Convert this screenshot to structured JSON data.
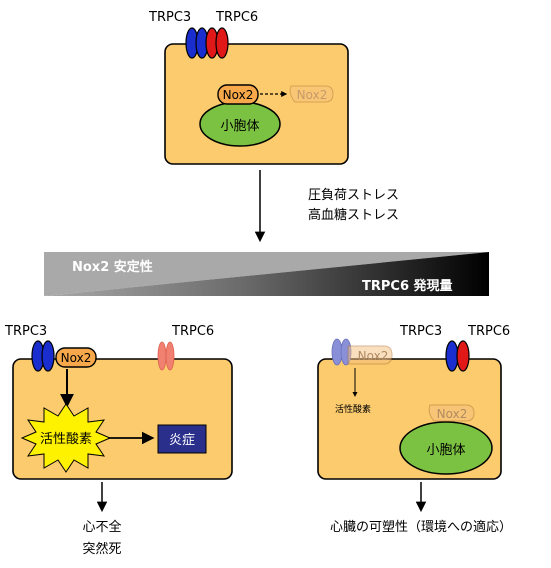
{
  "top": {
    "trpc3_label": "TRPC3",
    "trpc6_label": "TRPC6",
    "nox2_label": "Nox2",
    "nox2_faded_label": "Nox2",
    "organelle_label": "小胞体"
  },
  "stress": {
    "line1": "圧負荷ストレス",
    "line2": "高血糖ストレス"
  },
  "gradient": {
    "left_label": "Nox2 安定性",
    "right_label": "TRPC6 発現量"
  },
  "left_cell": {
    "trpc3_label": "TRPC3",
    "trpc6_label": "TRPC6",
    "nox2_label": "Nox2",
    "ros_label": "活性酸素",
    "inflammation_label": "炎症",
    "outcome_line1": "心不全",
    "outcome_line2": "突然死"
  },
  "right_cell": {
    "trpc3_label": "TRPC3",
    "trpc6_label": "TRPC6",
    "nox2_faded_label": "Nox2",
    "ros_label": "活性酸素",
    "nox2_faded_label_2": "Nox2",
    "organelle_label": "小胞体",
    "outcome": "心臓の可塑性（環境への適応）"
  },
  "colors": {
    "cell_fill": "#FBCB6E",
    "organelle_fill": "#7CC242",
    "nox2_fill": "#F7A84A",
    "trpc3_blue": "#1A2ECF",
    "trpc6_red": "#E01818",
    "trpc6_faded": "#F08070",
    "trpc3_faded": "#8A90D8",
    "ros_star": "#FFF200",
    "inflammation_box": "#2B2F8C"
  }
}
